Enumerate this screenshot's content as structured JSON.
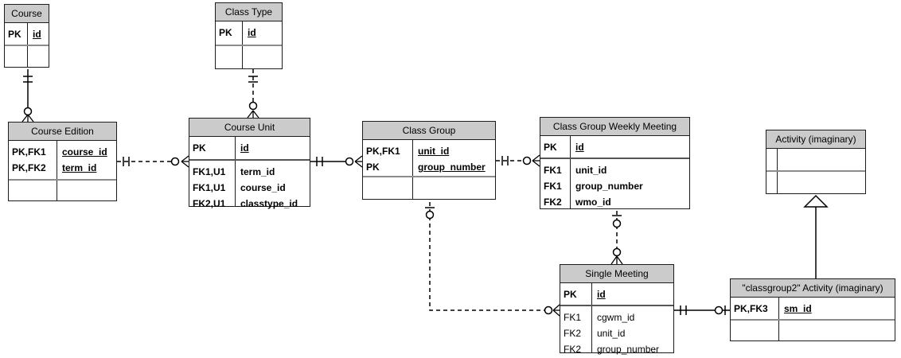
{
  "diagram": {
    "kind": "entity-relationship-diagram",
    "notation": "crow-foot",
    "colors": {
      "background": "#ffffff",
      "entity_header_bg": "#cbcbcb",
      "entity_border": "#1c1c1c",
      "line": "#000000"
    }
  },
  "entities": {
    "course": {
      "title": "Course",
      "pk_rows": [
        {
          "key": "PK",
          "field": "id"
        }
      ]
    },
    "class_type": {
      "title": "Class Type",
      "pk_rows": [
        {
          "key": "PK",
          "field": "id"
        }
      ]
    },
    "course_edition": {
      "title": "Course Edition",
      "pk_rows": [
        {
          "key": "PK,FK1",
          "field": "course_id"
        },
        {
          "key": "PK,FK2",
          "field": "term_id"
        }
      ]
    },
    "course_unit": {
      "title": "Course Unit",
      "pk_rows": [
        {
          "key": "PK",
          "field": "id"
        }
      ],
      "attr_rows": [
        {
          "key": "FK1,U1",
          "field": "term_id"
        },
        {
          "key": "FK1,U1",
          "field": "course_id"
        },
        {
          "key": "FK2,U1",
          "field": "classtype_id"
        }
      ]
    },
    "class_group": {
      "title": "Class Group",
      "pk_rows": [
        {
          "key": "PK,FK1",
          "field": "unit_id"
        },
        {
          "key": "PK",
          "field": "group_number"
        }
      ]
    },
    "cgwm": {
      "title": "Class Group Weekly Meeting",
      "pk_rows": [
        {
          "key": "PK",
          "field": "id"
        }
      ],
      "attr_rows": [
        {
          "key": "FK1",
          "field": "unit_id"
        },
        {
          "key": "FK1",
          "field": "group_number"
        },
        {
          "key": "FK2",
          "field": "wmo_id"
        }
      ]
    },
    "activity": {
      "title": "Activity (imaginary)"
    },
    "single_meeting": {
      "title": "Single Meeting",
      "pk_rows": [
        {
          "key": "PK",
          "field": "id"
        }
      ],
      "attr_rows": [
        {
          "key": "FK1",
          "field": "cgwm_id"
        },
        {
          "key": "FK2",
          "field": "unit_id"
        },
        {
          "key": "FK2",
          "field": "group_number"
        }
      ]
    },
    "classgroup2_activity": {
      "title": "\"classgroup2\" Activity (imaginary)",
      "pk_rows": [
        {
          "key": "PK,FK3",
          "field": "sm_id"
        }
      ]
    }
  },
  "relationships": [
    {
      "from": "Course",
      "to": "Course Edition",
      "line": "solid",
      "from_end": "exactly-one",
      "to_end": "zero-or-many"
    },
    {
      "from": "Class Type",
      "to": "Course Unit",
      "line": "dashed",
      "from_end": "exactly-one",
      "to_end": "zero-or-many"
    },
    {
      "from": "Course Edition",
      "to": "Course Unit",
      "line": "dashed",
      "from_end": "exactly-one",
      "to_end": "zero-or-many"
    },
    {
      "from": "Course Unit",
      "to": "Class Group",
      "line": "solid",
      "from_end": "exactly-one",
      "to_end": "zero-or-many"
    },
    {
      "from": "Class Group",
      "to": "Class Group Weekly Meeting",
      "line": "dashed",
      "from_end": "exactly-one",
      "to_end": "zero-or-many"
    },
    {
      "from": "Class Group",
      "to": "Single Meeting",
      "line": "dashed",
      "from_end": "zero-or-one",
      "to_end": "zero-or-many"
    },
    {
      "from": "Class Group Weekly Meeting",
      "to": "Single Meeting",
      "line": "dashed",
      "from_end": "zero-or-one",
      "to_end": "zero-or-many"
    },
    {
      "from": "Single Meeting",
      "to": "\"classgroup2\" Activity (imaginary)",
      "line": "solid",
      "from_end": "exactly-one",
      "to_end": "zero-or-one"
    },
    {
      "from": "Activity (imaginary)",
      "to": "\"classgroup2\" Activity (imaginary)",
      "line": "solid",
      "type": "inheritance"
    }
  ]
}
